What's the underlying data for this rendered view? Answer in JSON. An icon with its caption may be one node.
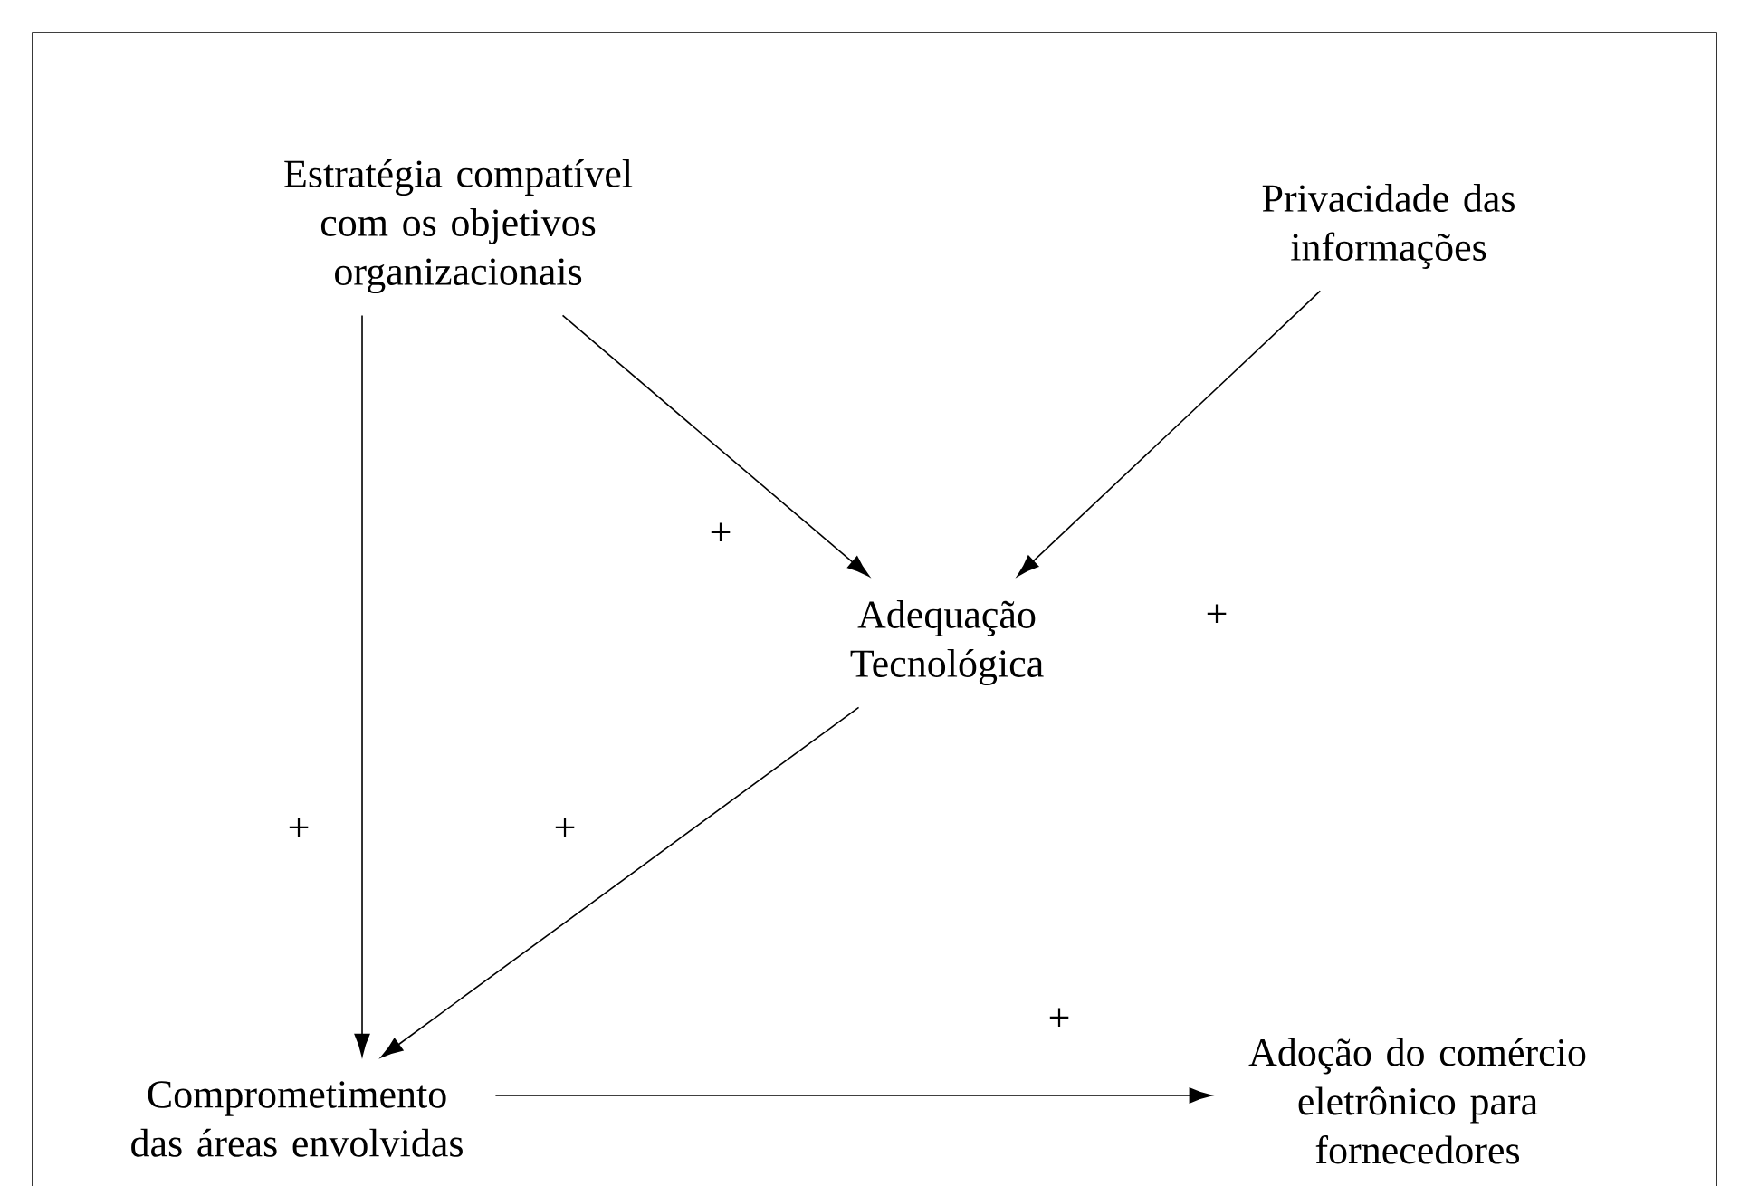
{
  "diagram": {
    "nodes": [
      {
        "text": [
          "Estratégia compatível com os objetivos organizacionais"
        ]
      },
      {
        "text": [
          "Privacidade das informações"
        ]
      },
      {
        "text": [
          "Adequação Tecnológica"
        ]
      },
      {
        "text": [
          "Comprometimento das áreas envolvidas"
        ]
      },
      {
        "text": [
          "Adoção do comércio eletrônico para fornecedores"
        ]
      }
    ],
    "edges": [
      {
        "from": 0,
        "to": 3,
        "arrow": "to",
        "label": "+"
      },
      {
        "from": 0,
        "to": 2,
        "arrow": "to",
        "label": "+"
      },
      {
        "from": 1,
        "to": 2,
        "arrow": "to",
        "label": "+"
      },
      {
        "from": 2,
        "to": 3,
        "arrow": "to",
        "label": "+"
      },
      {
        "from": 3,
        "to": 4,
        "arrow": "to",
        "label": "+"
      }
    ]
  }
}
